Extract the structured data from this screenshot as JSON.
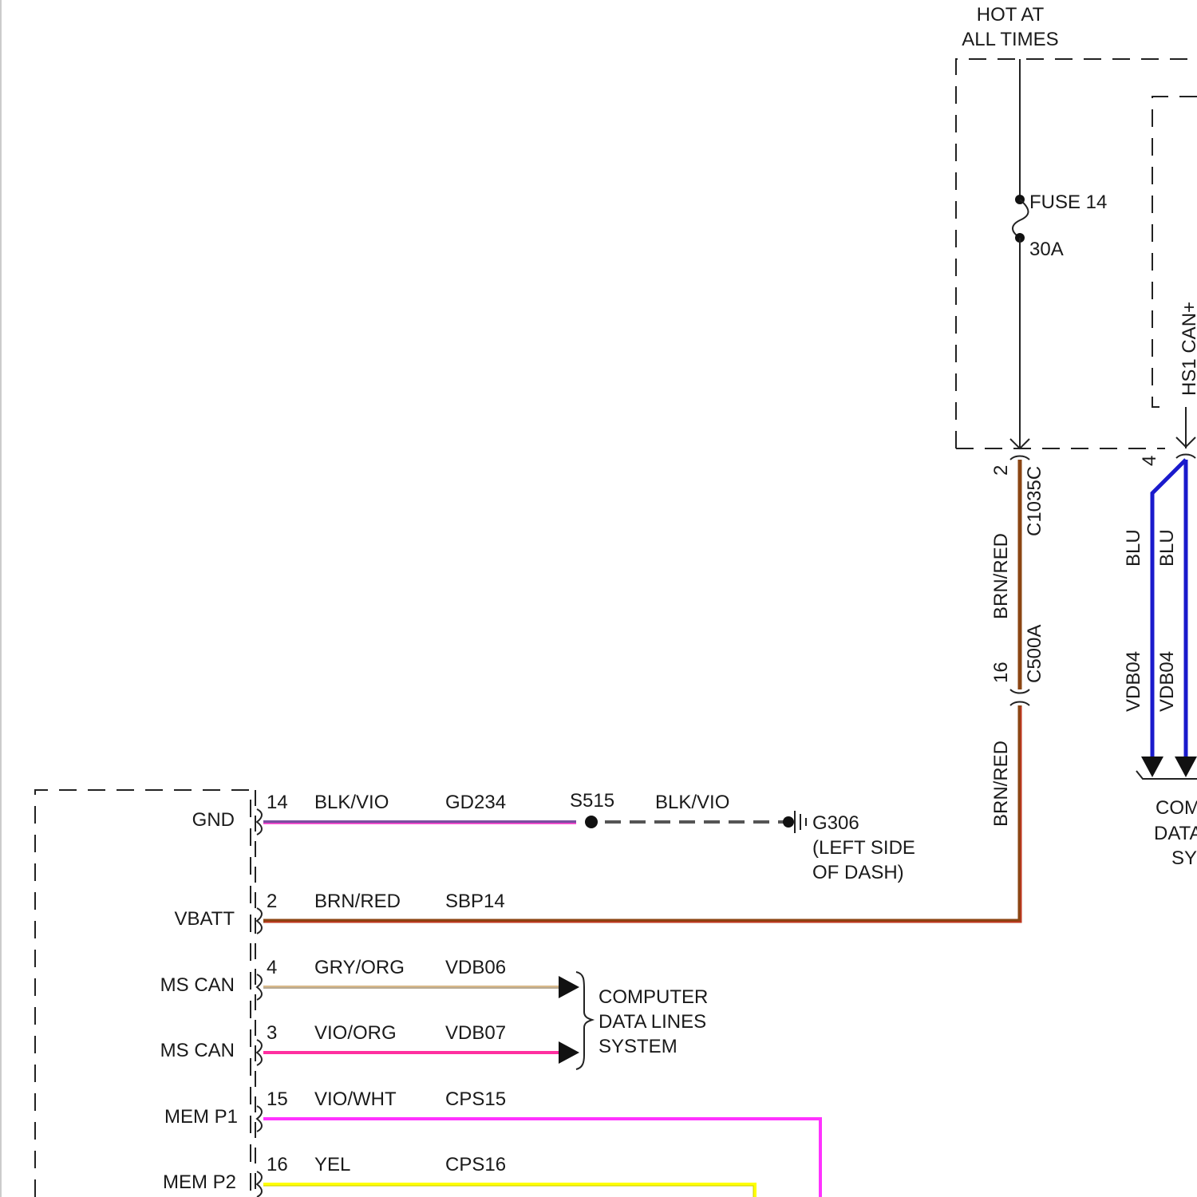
{
  "top": {
    "hot_line1": "HOT AT",
    "hot_line2": "ALL TIMES",
    "fuse_label": "FUSE 14",
    "fuse_rating": "30A",
    "can_label": "HS1 CAN+"
  },
  "vertical_wires": {
    "c1035_pin": "2",
    "c1035_name": "C1035C",
    "wire1_color": "BRN/RED",
    "c500_pin": "16",
    "c500_name": "C500A",
    "wire2_color": "BRN/RED",
    "can_pin": "4",
    "blu_left": "BLU",
    "blu_right": "BLU",
    "vdb_left": "VDB04",
    "vdb_right": "VDB04",
    "right_label1": "COM",
    "right_label2": "DATA",
    "right_label3": "SY"
  },
  "module_pins": [
    {
      "name": "GND",
      "pin": "14",
      "color": "BLK/VIO",
      "circuit": "GD234"
    },
    {
      "name": "VBATT",
      "pin": "2",
      "color": "BRN/RED",
      "circuit": "SBP14"
    },
    {
      "name": "MS CAN",
      "pin": "4",
      "color": "GRY/ORG",
      "circuit": "VDB06"
    },
    {
      "name": "MS CAN",
      "pin": "3",
      "color": "VIO/ORG",
      "circuit": "VDB07"
    },
    {
      "name": "MEM P1",
      "pin": "15",
      "color": "VIO/WHT",
      "circuit": "CPS15"
    },
    {
      "name": "MEM P2",
      "pin": "16",
      "color": "YEL",
      "circuit": "CPS16"
    }
  ],
  "ground": {
    "splice": "S515",
    "after_splice_color": "BLK/VIO",
    "ground_id": "G306",
    "location_line1": "(LEFT SIDE",
    "location_line2": "OF DASH)"
  },
  "data_lines": {
    "line1": "COMPUTER",
    "line2": "DATA LINES",
    "line3": "SYSTEM"
  },
  "colors": {
    "brn_red": "#8B4513",
    "blk_vio": "#7a4fa0",
    "gry_org": "#d8b98a",
    "vio_org": "#ff2fa0",
    "vio_wht": "#ff33ff",
    "yel": "#ffff00",
    "blu": "#1a1acc"
  }
}
